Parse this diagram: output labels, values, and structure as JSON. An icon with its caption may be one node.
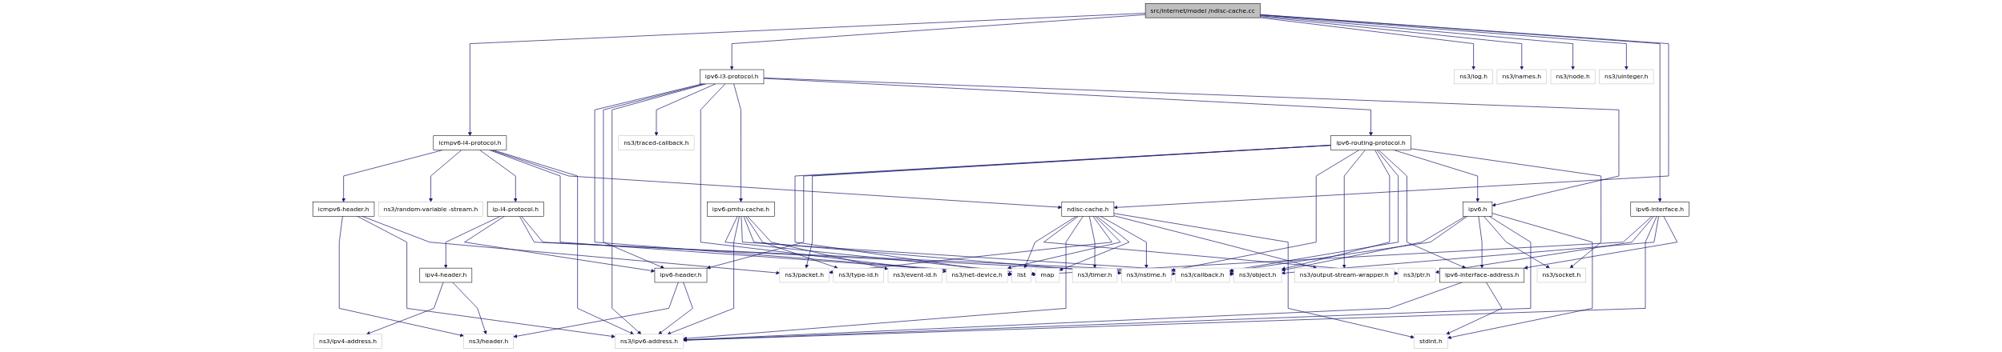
{
  "diagram": {
    "nodes": [
      {
        "text": [
          "src/internet/model /ndisc-cache.cc"
        ]
      },
      {
        "text": [
          "icmpv6-l4-protocol.h"
        ]
      },
      {
        "text": [
          "ipv6-l3-protocol.h"
        ]
      },
      {
        "text": [
          "ns3/log.h"
        ]
      },
      {
        "text": [
          "ns3/names.h"
        ]
      },
      {
        "text": [
          "ns3/node.h"
        ]
      },
      {
        "text": [
          "ns3/uinteger.h"
        ]
      },
      {
        "text": [
          "icmpv6-header.h"
        ]
      },
      {
        "text": [
          "ns3/random-variable -stream.h"
        ]
      },
      {
        "text": [
          "ip-l4-protocol.h"
        ]
      },
      {
        "text": [
          "ipv6-interface.h"
        ]
      },
      {
        "text": [
          "ndisc-cache.h"
        ]
      },
      {
        "text": [
          "ns3/traced-callback.h"
        ]
      },
      {
        "text": [
          "ipv6-pmtu-cache.h"
        ]
      },
      {
        "text": [
          "ipv6-routing-protocol.h"
        ]
      },
      {
        "text": [
          "ipv4-header.h"
        ]
      },
      {
        "text": [
          "ipv6-header.h"
        ]
      },
      {
        "text": [
          "list"
        ]
      },
      {
        "text": [
          "ns3/ptr.h"
        ]
      },
      {
        "text": [
          "ns3/timer.h"
        ]
      },
      {
        "text": [
          "ns3/packet.h"
        ]
      },
      {
        "text": [
          "ns3/net-device.h"
        ]
      },
      {
        "text": [
          "map"
        ]
      },
      {
        "text": [
          "ns3/nstime.h"
        ]
      },
      {
        "text": [
          "ns3/type-id.h"
        ]
      },
      {
        "text": [
          "ns3/output-stream-wrapper.h"
        ]
      },
      {
        "text": [
          "ns3/event-id.h"
        ]
      },
      {
        "text": [
          "ipv6.h"
        ]
      },
      {
        "text": [
          "ns3/ipv4-address.h"
        ]
      },
      {
        "text": [
          "ns3/header.h"
        ]
      },
      {
        "text": [
          "ns3/object.h"
        ]
      },
      {
        "text": [
          "ns3/callback.h"
        ]
      },
      {
        "text": [
          "ipv6-interface-address.h"
        ]
      },
      {
        "text": [
          "ns3/socket.h"
        ]
      },
      {
        "text": [
          "ns3/ipv6-address.h"
        ]
      },
      {
        "text": [
          "stdint.h"
        ]
      }
    ],
    "edges": [
      {
        "from": 0,
        "to": 1,
        "arrow": "to"
      },
      {
        "from": 0,
        "to": 2,
        "arrow": "to"
      },
      {
        "from": 0,
        "to": 3,
        "arrow": "to"
      },
      {
        "from": 0,
        "to": 4,
        "arrow": "to"
      },
      {
        "from": 0,
        "to": 5,
        "arrow": "to"
      },
      {
        "from": 0,
        "to": 6,
        "arrow": "to"
      },
      {
        "from": 0,
        "to": 10,
        "arrow": "to"
      },
      {
        "from": 0,
        "to": 11,
        "arrow": "to"
      },
      {
        "from": 1,
        "to": 7,
        "arrow": "to"
      },
      {
        "from": 1,
        "to": 8,
        "arrow": "to"
      },
      {
        "from": 1,
        "to": 9,
        "arrow": "to"
      },
      {
        "from": 1,
        "to": 17,
        "arrow": "to"
      },
      {
        "from": 1,
        "to": 11,
        "arrow": "to"
      },
      {
        "from": 1,
        "to": 34,
        "arrow": "to"
      },
      {
        "from": 2,
        "to": 17,
        "arrow": "to"
      },
      {
        "from": 2,
        "to": 16,
        "arrow": "to"
      },
      {
        "from": 2,
        "to": 34,
        "arrow": "to"
      },
      {
        "from": 2,
        "to": 12,
        "arrow": "to"
      },
      {
        "from": 2,
        "to": 21,
        "arrow": "to"
      },
      {
        "from": 2,
        "to": 13,
        "arrow": "to"
      },
      {
        "from": 2,
        "to": 14,
        "arrow": "to"
      },
      {
        "from": 2,
        "to": 27,
        "arrow": "to"
      },
      {
        "from": 7,
        "to": 29,
        "arrow": "to"
      },
      {
        "from": 7,
        "to": 34,
        "arrow": "to"
      },
      {
        "from": 7,
        "to": 20,
        "arrow": "to"
      },
      {
        "from": 9,
        "to": 15,
        "arrow": "to"
      },
      {
        "from": 9,
        "to": 16,
        "arrow": "to"
      },
      {
        "from": 9,
        "to": 30,
        "arrow": "to"
      },
      {
        "from": 9,
        "to": 31,
        "arrow": "to"
      },
      {
        "from": 10,
        "to": 17,
        "arrow": "to"
      },
      {
        "from": 10,
        "to": 18,
        "arrow": "to"
      },
      {
        "from": 10,
        "to": 34,
        "arrow": "to"
      },
      {
        "from": 10,
        "to": 30,
        "arrow": "to"
      },
      {
        "from": 10,
        "to": 32,
        "arrow": "to"
      },
      {
        "from": 11,
        "to": 17,
        "arrow": "to"
      },
      {
        "from": 11,
        "to": 18,
        "arrow": "to"
      },
      {
        "from": 11,
        "to": 34,
        "arrow": "to"
      },
      {
        "from": 11,
        "to": 19,
        "arrow": "to"
      },
      {
        "from": 11,
        "to": 20,
        "arrow": "to"
      },
      {
        "from": 11,
        "to": 21,
        "arrow": "to"
      },
      {
        "from": 11,
        "to": 22,
        "arrow": "to"
      },
      {
        "from": 11,
        "to": 23,
        "arrow": "to"
      },
      {
        "from": 11,
        "to": 25,
        "arrow": "to"
      },
      {
        "from": 11,
        "to": 35,
        "arrow": "to"
      },
      {
        "from": 13,
        "to": 22,
        "arrow": "to"
      },
      {
        "from": 13,
        "to": 34,
        "arrow": "to"
      },
      {
        "from": 13,
        "to": 30,
        "arrow": "to"
      },
      {
        "from": 13,
        "to": 23,
        "arrow": "to"
      },
      {
        "from": 13,
        "to": 24,
        "arrow": "to"
      },
      {
        "from": 13,
        "to": 26,
        "arrow": "to"
      },
      {
        "from": 14,
        "to": 17,
        "arrow": "to"
      },
      {
        "from": 14,
        "to": 16,
        "arrow": "to"
      },
      {
        "from": 14,
        "to": 20,
        "arrow": "to"
      },
      {
        "from": 14,
        "to": 23,
        "arrow": "to"
      },
      {
        "from": 14,
        "to": 25,
        "arrow": "to"
      },
      {
        "from": 14,
        "to": 30,
        "arrow": "to"
      },
      {
        "from": 14,
        "to": 31,
        "arrow": "to"
      },
      {
        "from": 14,
        "to": 32,
        "arrow": "to"
      },
      {
        "from": 14,
        "to": 27,
        "arrow": "to"
      },
      {
        "from": 14,
        "to": 33,
        "arrow": "to"
      },
      {
        "from": 15,
        "to": 28,
        "arrow": "to"
      },
      {
        "from": 15,
        "to": 29,
        "arrow": "to"
      },
      {
        "from": 16,
        "to": 29,
        "arrow": "to"
      },
      {
        "from": 16,
        "to": 34,
        "arrow": "to"
      },
      {
        "from": 27,
        "to": 30,
        "arrow": "to"
      },
      {
        "from": 27,
        "to": 31,
        "arrow": "to"
      },
      {
        "from": 27,
        "to": 32,
        "arrow": "to"
      },
      {
        "from": 27,
        "to": 33,
        "arrow": "to"
      },
      {
        "from": 27,
        "to": 34,
        "arrow": "to"
      },
      {
        "from": 27,
        "to": 35,
        "arrow": "to"
      },
      {
        "from": 32,
        "to": 34,
        "arrow": "to"
      },
      {
        "from": 32,
        "to": 35,
        "arrow": "to"
      }
    ]
  }
}
